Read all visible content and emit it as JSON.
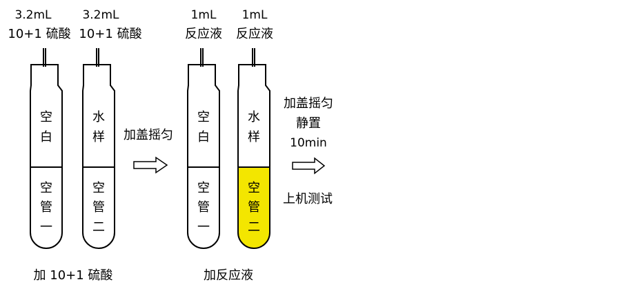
{
  "tubes": [
    {
      "top_label_1": "3.2mL",
      "top_label_2": "10+1 硫酸",
      "upper": [
        "空",
        "白"
      ],
      "lower": [
        "空",
        "管",
        "一"
      ],
      "fill_color": "#ffffff"
    },
    {
      "top_label_1": "3.2mL",
      "top_label_2": "10+1 硫酸",
      "upper": [
        "水",
        "样"
      ],
      "lower": [
        "空",
        "管",
        "二"
      ],
      "fill_color": "#ffffff"
    },
    {
      "top_label_1": "1mL",
      "top_label_2": "反应液",
      "upper": [
        "空",
        "白"
      ],
      "lower": [
        "空",
        "管",
        "一"
      ],
      "fill_color": "#ffffff"
    },
    {
      "top_label_1": "1mL",
      "top_label_2": "反应液",
      "upper": [
        "水",
        "样"
      ],
      "lower": [
        "空",
        "管",
        "二"
      ],
      "fill_color": "#f3e600"
    }
  ],
  "step1_label": "加盖摇匀",
  "step2_lines": [
    "加盖摇匀",
    "静置",
    "10min"
  ],
  "step2_after": "上机测试",
  "caption_left": "加 10+1 硫酸",
  "caption_right": "加反应液",
  "colors": {
    "stroke": "#000000",
    "reaction_fill": "#f3e600",
    "background": "#ffffff"
  }
}
